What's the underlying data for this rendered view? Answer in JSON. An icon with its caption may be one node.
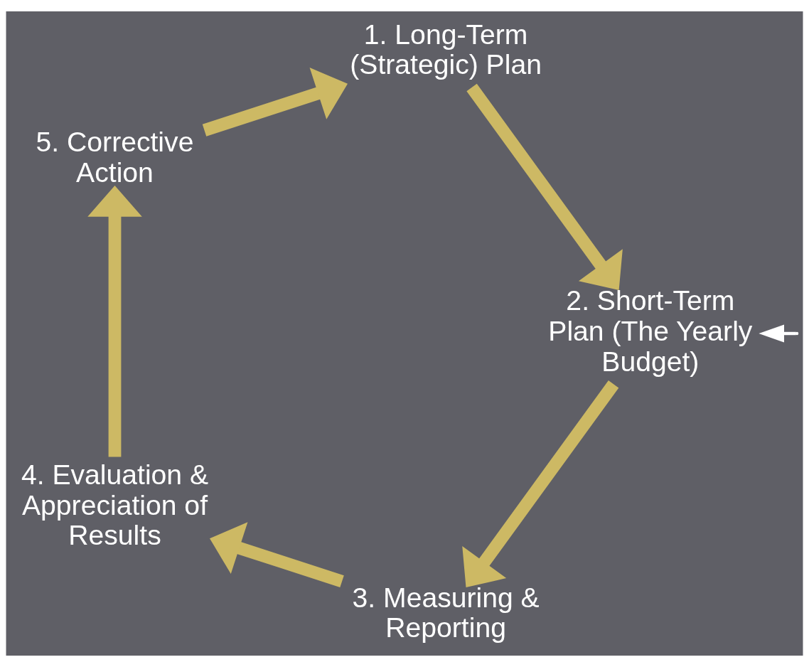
{
  "diagram": {
    "nodes": [
      {
        "text": [
          "1. Long-Term (Strategic) Plan"
        ]
      },
      {
        "text": [
          "2. Short-Term Plan (The Yearly Budget)"
        ]
      },
      {
        "text": [
          "3. Measuring & Reporting"
        ]
      },
      {
        "text": [
          "4. Evaluation & Appreciation of Results"
        ]
      },
      {
        "text": [
          "5. Corrective Action"
        ]
      }
    ],
    "edges": [
      {
        "from": 4,
        "to": 0,
        "arrow": "to"
      },
      {
        "from": 0,
        "to": 1,
        "arrow": "to"
      },
      {
        "from": 1,
        "to": 2,
        "arrow": "to"
      },
      {
        "from": 2,
        "to": 3,
        "arrow": "to"
      },
      {
        "from": 3,
        "to": 4,
        "arrow": "to"
      },
      {
        "from": null,
        "to": 1,
        "arrow": "to",
        "color": "#ffffff"
      }
    ]
  }
}
